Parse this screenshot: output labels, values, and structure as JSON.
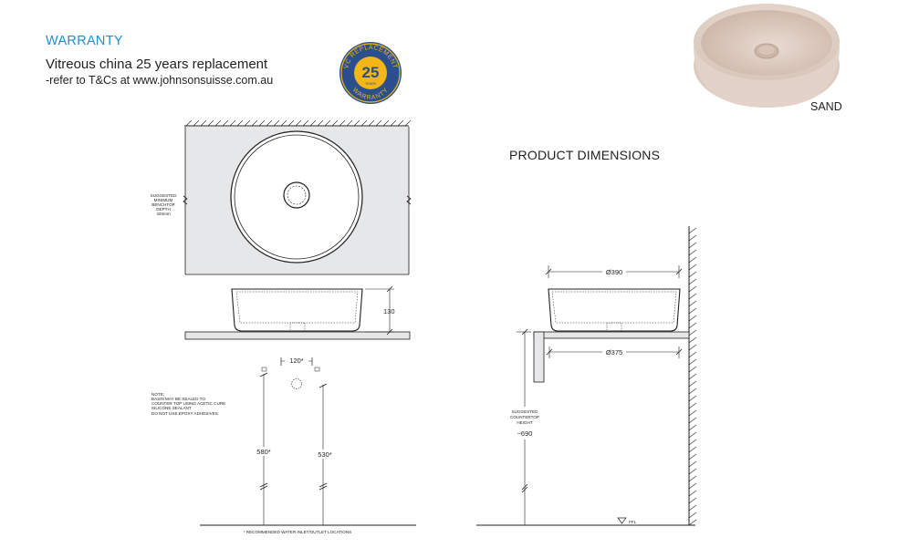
{
  "warranty": {
    "heading": "WARRANTY",
    "line1": "Vitreous china 25 years replacement",
    "line2": "-refer to T&Cs at www.johnsonsuisse.com.au",
    "badge": {
      "top_text": "VC REPLACEMENT",
      "number": "25",
      "sub_text": "YEARS",
      "bottom_text": "WARRANTY",
      "color_outer": "#2a4f8c",
      "color_inner": "#f2b619"
    }
  },
  "product": {
    "color_label": "SAND",
    "sand_color": "#e7d8cf"
  },
  "section_title": "PRODUCT DIMENSIONS",
  "plan_view": {
    "bench_note": [
      "SUGGESTED",
      "MINIMUM",
      "BENCHTOP",
      "DEPTH",
      "420mm"
    ]
  },
  "front_view": {
    "height": "130"
  },
  "install": {
    "spacing": "120*",
    "left_height": "580*",
    "right_height": "530*",
    "note": [
      "NOTE:",
      "BASIN MAY BE SEALED TO",
      "COUNTER TOP USING ACETIC CURE",
      "SILICONE SEALANT",
      "DO NOT USE EPOXY ADHESIVES"
    ],
    "footnote": "* RECOMMENDED WATER INLET/OUTLET LOCATIONS"
  },
  "side_view": {
    "diameter_top": "Ø390",
    "diameter_base": "Ø375",
    "counter_note": [
      "SUGGESTED",
      "COUNTERTOP",
      "HEIGHT"
    ],
    "counter_height": "~690",
    "floor_label": "FFL"
  }
}
